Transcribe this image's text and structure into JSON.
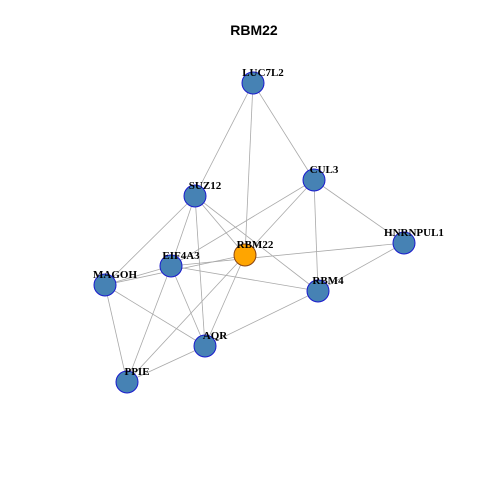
{
  "title": "RBM22",
  "colors": {
    "node_fill": "#4682B4",
    "node_stroke": "#1A1ACD",
    "focus_fill": "#FFA500",
    "focus_stroke": "#8B4513",
    "edge": "#A9A9A9"
  },
  "focus_node": "RBM22",
  "nodes": [
    {
      "id": "LUC7L2",
      "label": "LUC7L2"
    },
    {
      "id": "CUL3",
      "label": "CUL3"
    },
    {
      "id": "SUZ12",
      "label": "SUZ12"
    },
    {
      "id": "HNRNPUL1",
      "label": "HNRNPUL1"
    },
    {
      "id": "RBM22",
      "label": "RBM22"
    },
    {
      "id": "EIF4A3",
      "label": "EIF4A3"
    },
    {
      "id": "MAGOH",
      "label": "MAGOH"
    },
    {
      "id": "RBM4",
      "label": "RBM4"
    },
    {
      "id": "AQR",
      "label": "AQR"
    },
    {
      "id": "PPIE",
      "label": "PPIE"
    }
  ],
  "edges": [
    [
      "LUC7L2",
      "SUZ12"
    ],
    [
      "LUC7L2",
      "CUL3"
    ],
    [
      "LUC7L2",
      "RBM22"
    ],
    [
      "CUL3",
      "HNRNPUL1"
    ],
    [
      "CUL3",
      "RBM4"
    ],
    [
      "CUL3",
      "RBM22"
    ],
    [
      "CUL3",
      "EIF4A3"
    ],
    [
      "SUZ12",
      "MAGOH"
    ],
    [
      "SUZ12",
      "EIF4A3"
    ],
    [
      "SUZ12",
      "RBM22"
    ],
    [
      "SUZ12",
      "RBM4"
    ],
    [
      "SUZ12",
      "AQR"
    ],
    [
      "HNRNPUL1",
      "RBM4"
    ],
    [
      "HNRNPUL1",
      "EIF4A3"
    ],
    [
      "RBM22",
      "MAGOH"
    ],
    [
      "RBM22",
      "AQR"
    ],
    [
      "RBM22",
      "PPIE"
    ],
    [
      "EIF4A3",
      "MAGOH"
    ],
    [
      "EIF4A3",
      "RBM4"
    ],
    [
      "EIF4A3",
      "AQR"
    ],
    [
      "EIF4A3",
      "PPIE"
    ],
    [
      "MAGOH",
      "PPIE"
    ],
    [
      "MAGOH",
      "AQR"
    ],
    [
      "RBM4",
      "AQR"
    ],
    [
      "AQR",
      "PPIE"
    ]
  ]
}
